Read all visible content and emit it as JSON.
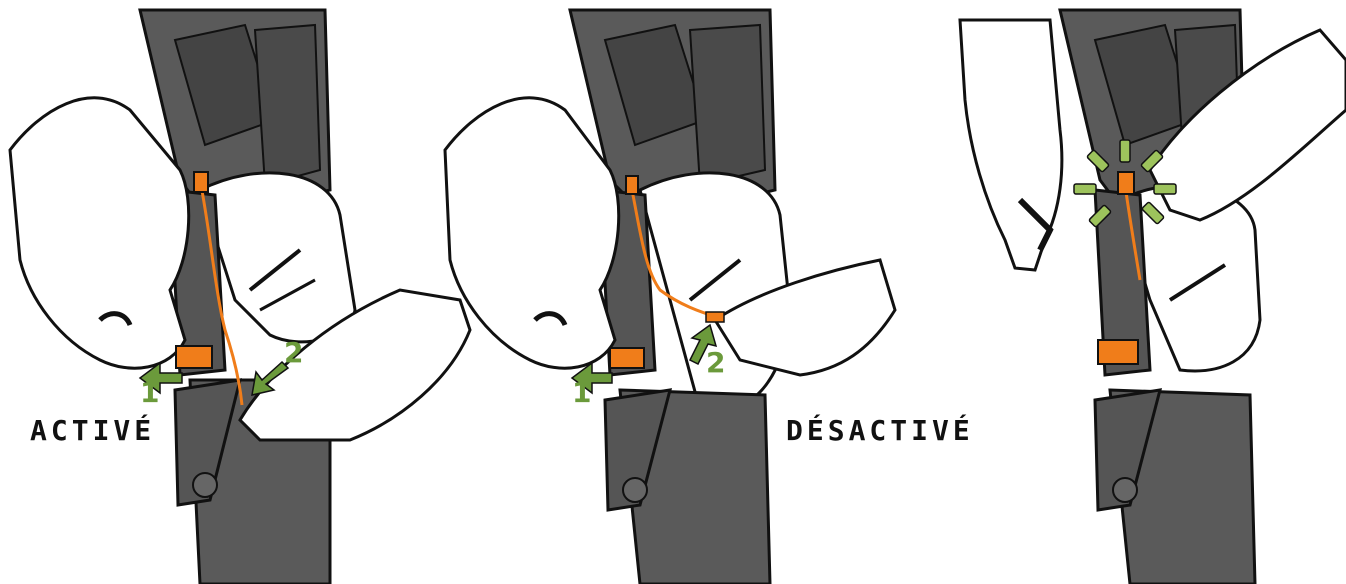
{
  "labels": {
    "active": "ACTIVÉ",
    "inactive": "DÉSACTIVÉ"
  },
  "steps": {
    "panel1_step1": "1",
    "panel1_step2": "2",
    "panel2_step1": "1",
    "panel2_step2": "2"
  },
  "colors": {
    "orange": "#f07d1a",
    "green": "#6b9a3b",
    "light_green": "#9dc35c",
    "dark_gray": "#5a5a5a",
    "outline": "#111111",
    "white": "#ffffff"
  }
}
